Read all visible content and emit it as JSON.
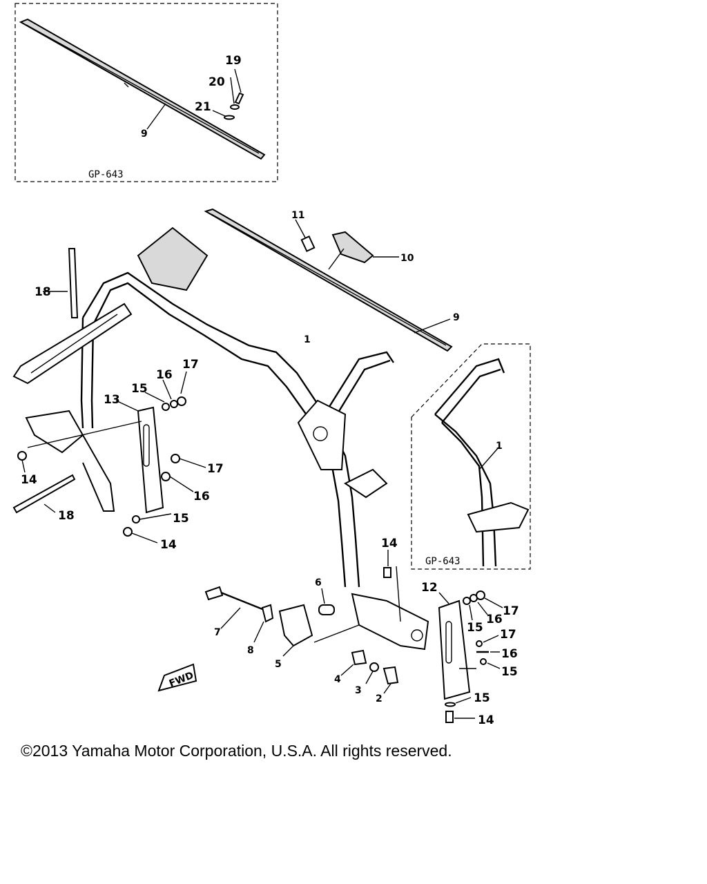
{
  "inset_top": {
    "caption": "GP-643"
  },
  "inset_right": {
    "caption": "GP-643"
  },
  "badge": {
    "text": "FWD"
  },
  "callouts": {
    "top_19": "19",
    "top_20": "20",
    "top_21": "21",
    "top_9": "9",
    "c11": "11",
    "c10": "10",
    "c9": "9",
    "c1": "1",
    "c18a": "18",
    "c18b": "18",
    "c17a": "17",
    "c16a": "16",
    "c15a": "15",
    "c13": "13",
    "c17b": "17",
    "c16b": "16",
    "c15b": "15",
    "c14a": "14",
    "c14b": "14",
    "c14c": "14",
    "c14d": "14",
    "c6": "6",
    "c7": "7",
    "c8": "8",
    "c5": "5",
    "c4": "4",
    "c3": "3",
    "c2": "2",
    "c12": "12",
    "c17c": "17",
    "c16c": "16",
    "c15c": "15",
    "c17d": "17",
    "c16d": "16",
    "c15d": "15",
    "c15e": "15",
    "inset_1": "1"
  },
  "copyright": "©2013 Yamaha Motor Corporation, U.S.A. All rights reserved."
}
